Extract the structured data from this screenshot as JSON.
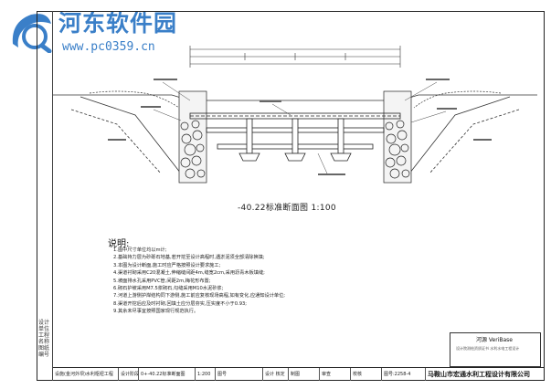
{
  "watermark": {
    "title": "河东软件园",
    "url": "www.pc0359.cn",
    "brand_color": "#3a7fc8"
  },
  "drawing": {
    "section_title": "-40.22标准断面图 1:100"
  },
  "notes": {
    "heading": "说明:",
    "lines": [
      "1.图中尺寸单位均以m计;",
      "2.基础持力层为砂砾石地基,若开挖至设计高程时,遇淤泥须全部清除换填;",
      "3.本图为设计断面,施工时应严格按照设计要求施工;",
      "4.渠道衬砌采用C20混凝土,伸缩缝间距4m,缝宽2cm,采用沥青木板填缝;",
      "5.坡面排水孔采用PVC管,间距2m,梅花形布置;",
      "6.砌石护坡采用M7.5浆砌石,勾缝采用M10水泥砂浆;",
      "7.河道上游侧护岸结构同下游侧,施工前应复核现场高程,如有变化,应通知设计单位;",
      "8.渠道开挖后应及时衬砌,回填土应分层夯实,压实度不小于0.93;",
      "9.其余未尽事宜按照国家现行规范执行。"
    ]
  },
  "stamp": {
    "logo_text": "河源 VeriBase",
    "sub_text": "设计院测绘资质证书 水利水电工程设计"
  },
  "title_block": {
    "cells": [
      "设施(金河外坝)水利枢纽工程",
      "设计阶段",
      "0+-40.22标准断面图",
      "1:200",
      "图号",
      "设计 核定",
      "制图",
      "审查",
      "校核",
      "图号:2258-4"
    ],
    "company": "马鞍山市宏通水利工程设计有限公司"
  },
  "left_strip": {
    "text": "设计单位 工程名称 图纸编号"
  }
}
